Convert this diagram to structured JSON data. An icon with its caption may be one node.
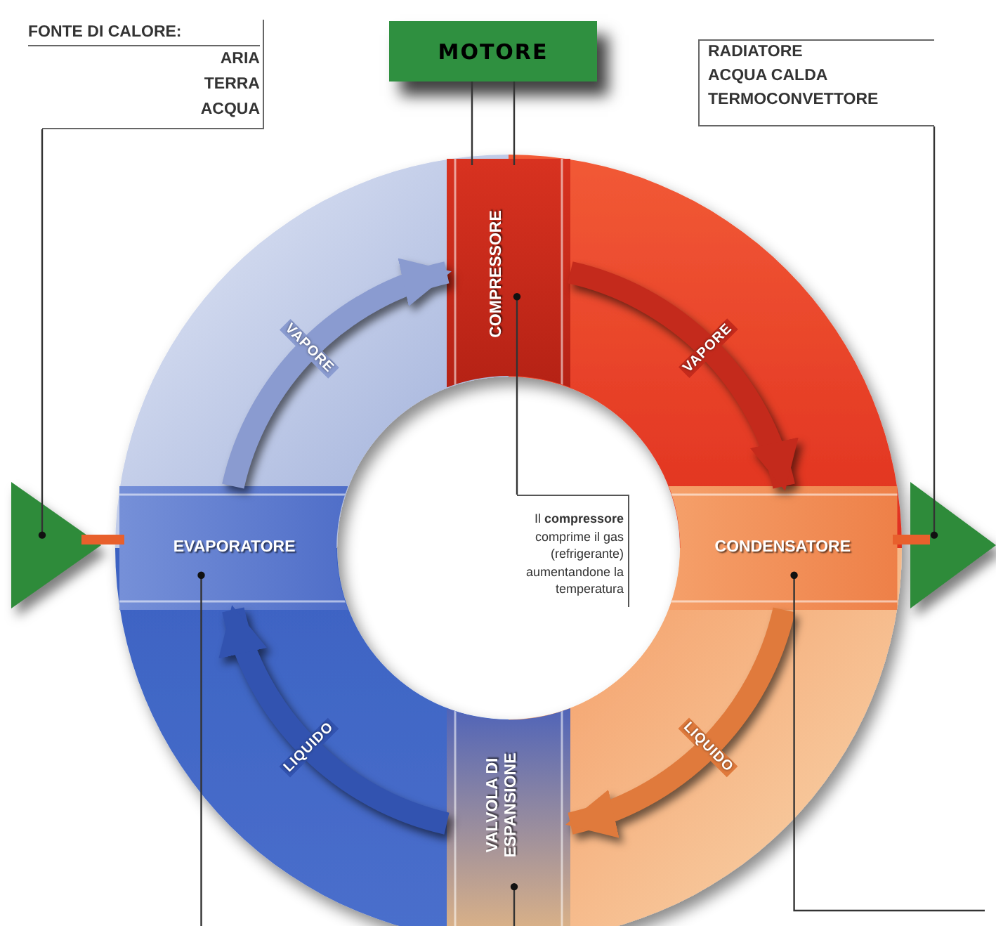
{
  "diagram": {
    "nodes": [
      {
        "text": [
          "MOTORE"
        ]
      },
      {
        "text": [
          "FONTE DI CALORE:",
          "ARIA",
          "TERRA",
          "ACQUA"
        ]
      },
      {
        "text": [
          "RADIATORE",
          "ACQUA CALDA",
          "TERMOCONVETTORE"
        ]
      },
      {
        "text": [
          "COMPRESSORE"
        ]
      },
      {
        "text": [
          "EVAPORATORE"
        ]
      },
      {
        "text": [
          "CONDENSATORE"
        ]
      },
      {
        "text": [
          "VALVOLA DI ESPANSIONE"
        ]
      },
      {
        "text": [
          "Il **compressore** comprime il gas (refrigerante) aumentandone la temperatura"
        ]
      },
      {
        "text": [],
        "shape": "triangle"
      },
      {
        "text": [],
        "shape": "triangle"
      }
    ],
    "edges": [
      {
        "from": 0,
        "to": 3,
        "arrow": "none"
      },
      {
        "from": 4,
        "to": 3,
        "arrow": "to",
        "label": "VAPORE",
        "style": "thick",
        "color": "#8a9bd0"
      },
      {
        "from": 3,
        "to": 5,
        "arrow": "to",
        "label": "VAPORE",
        "style": "thick",
        "color": "#c42a1c"
      },
      {
        "from": 5,
        "to": 6,
        "arrow": "to",
        "label": "LIQUIDO",
        "style": "thick",
        "color": "#e07a3c"
      },
      {
        "from": 6,
        "to": 4,
        "arrow": "to",
        "label": "LIQUIDO",
        "style": "thick",
        "color": "#3253b0"
      },
      {
        "from": 1,
        "to": 8,
        "arrow": "other"
      },
      {
        "from": 2,
        "to": 9,
        "arrow": "other"
      },
      {
        "from": 7,
        "to": 3,
        "arrow": "other"
      },
      {
        "from": 4,
        "to": null,
        "arrow": "other"
      },
      {
        "from": 5,
        "to": null,
        "arrow": "other"
      },
      {
        "from": 6,
        "to": null,
        "arrow": "other"
      },
      {
        "from": 8,
        "to": 4,
        "arrow": "none",
        "style": "thick",
        "color": "#e8602c"
      },
      {
        "from": 5,
        "to": 9,
        "arrow": "none",
        "style": "thick",
        "color": "#e8602c"
      }
    ]
  }
}
